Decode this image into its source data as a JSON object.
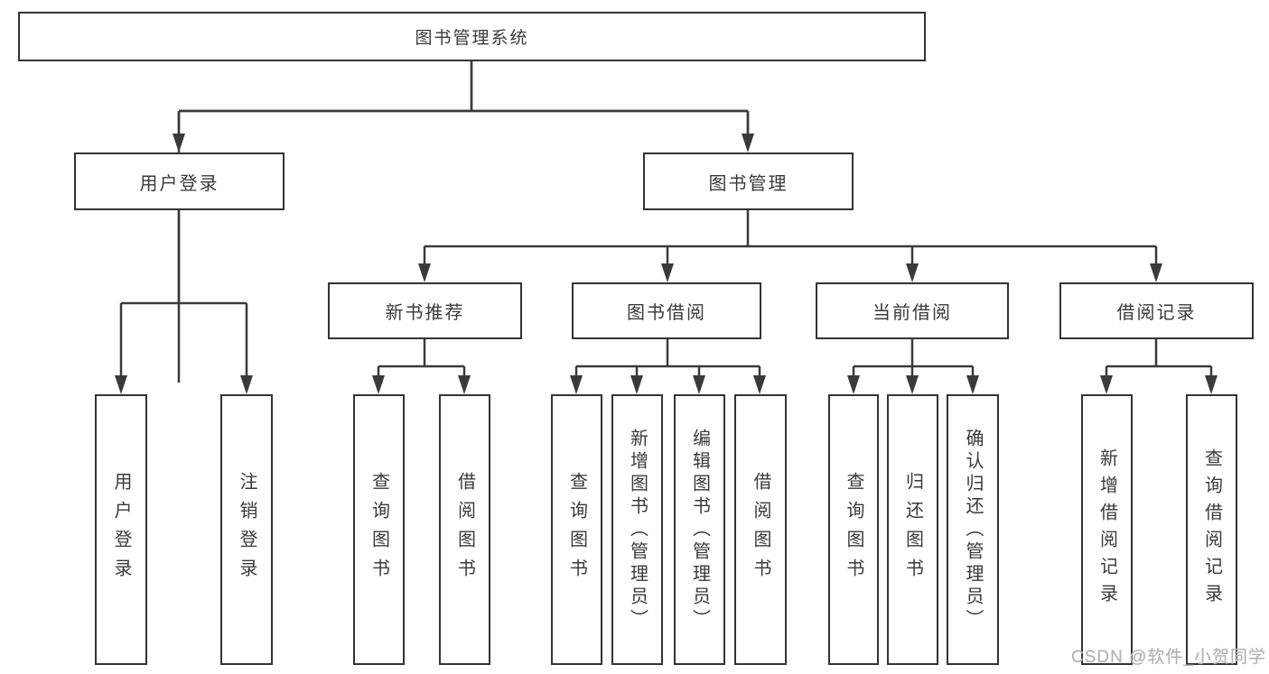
{
  "colors": {
    "line": "#3a3a3a",
    "box_border": "#333333",
    "box_fill": "#ffffff",
    "text": "#3a3a3a",
    "watermark_text": "#b3b3b3"
  },
  "watermark": {
    "text": "CSDN @软件_小贺同学"
  },
  "diagram": {
    "type": "hierarchy-tree",
    "root": {
      "label": "图书管理系统",
      "children": [
        {
          "label": "用户登录",
          "children": [
            {
              "label": "用户登录"
            },
            {
              "label": "注销登录"
            }
          ]
        },
        {
          "label": "图书管理",
          "children": [
            {
              "label": "新书推荐",
              "children": [
                {
                  "label": "查询图书"
                },
                {
                  "label": "借阅图书"
                }
              ]
            },
            {
              "label": "图书借阅",
              "children": [
                {
                  "label": "查询图书"
                },
                {
                  "label": "新增图书（管理员）"
                },
                {
                  "label": "编辑图书（管理员）"
                },
                {
                  "label": "借阅图书"
                }
              ]
            },
            {
              "label": "当前借阅",
              "children": [
                {
                  "label": "查询图书"
                },
                {
                  "label": "归还图书"
                },
                {
                  "label": "确认归还（管理员）"
                }
              ]
            },
            {
              "label": "借阅记录",
              "children": [
                {
                  "label": "新增借阅记录"
                },
                {
                  "label": "查询借阅记录"
                }
              ]
            }
          ]
        }
      ]
    }
  }
}
